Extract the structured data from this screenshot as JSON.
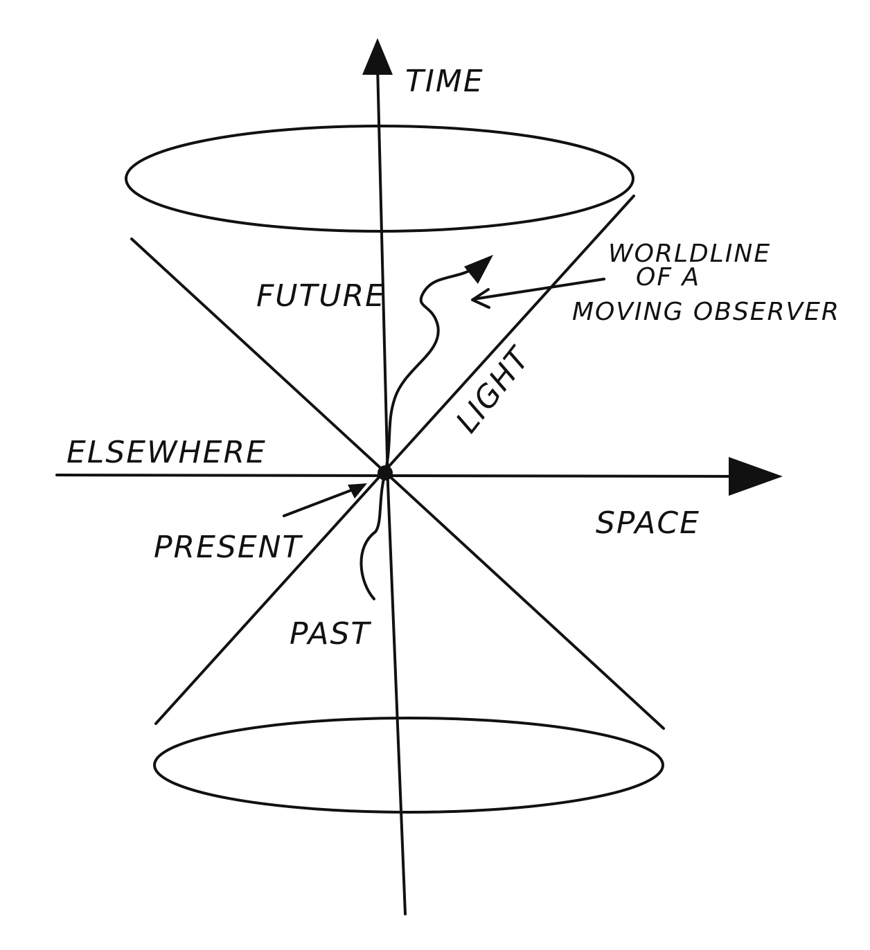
{
  "diagram": {
    "labels": {
      "time": "TIME",
      "space": "SPACE",
      "future": "FUTURE",
      "past": "PAST",
      "elsewhere": "ELSEWHERE",
      "present": "PRESENT",
      "light": "LIGHT",
      "worldline_1": "WORLDLINE",
      "worldline_2": "OF A",
      "worldline_3": "MOVING OBSERVER"
    }
  }
}
